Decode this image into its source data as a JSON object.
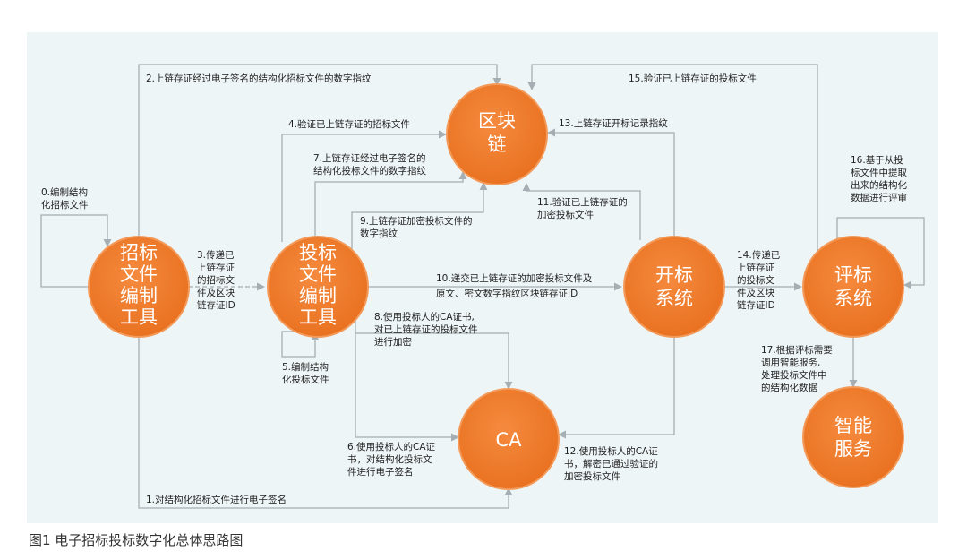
{
  "nodes": {
    "blockchain": [
      "区块",
      "链"
    ],
    "bid_tool": [
      "招标",
      "文件",
      "编制",
      "工具"
    ],
    "tender_tool": [
      "投标",
      "文件",
      "编制",
      "工具"
    ],
    "opening": [
      "开标",
      "系统"
    ],
    "evaluation": [
      "评标",
      "系统"
    ],
    "ca": [
      "CA"
    ],
    "smart": [
      "智能",
      "服务"
    ]
  },
  "labels": {
    "e0": [
      "0.编制结构",
      "化招标文件"
    ],
    "e1": [
      "1.对结构化招标文件进行电子签名"
    ],
    "e2": [
      "2.上链存证经过电子签名的结构化招标文件的数字指纹"
    ],
    "e3": [
      "3.传递已",
      "上链存证",
      "的招标文",
      "件及区块",
      "链存证ID"
    ],
    "e4": [
      "4.验证已上链存证的招标文件"
    ],
    "e5": [
      "5.编制结构",
      "化投标文件"
    ],
    "e6": [
      "6.使用投标人的CA证",
      "书，对结构化投标文",
      "件进行电子签名"
    ],
    "e7": [
      "7.上链存证经过电子签名的",
      "结构化投标文件的数字指纹"
    ],
    "e8": [
      "8.使用投标人的CA证书,",
      "对已上链存证的投标文件",
      "进行加密"
    ],
    "e9": [
      "9.上链存证加密投标文件的",
      "数字指纹"
    ],
    "e10": [
      "10.递交已上链存证的加密投标文件及",
      "原文、密文数字指纹区块链存证ID"
    ],
    "e11": [
      "11.验证已上链存证的",
      "加密投标文件"
    ],
    "e12": [
      "12.使用投标人的CA证",
      "书，解密已通过验证的",
      "加密投标文件"
    ],
    "e13": [
      "13.上链存证开标记录指纹"
    ],
    "e14": [
      "14.传递已",
      "上链存证",
      "的投标文",
      "件及区块",
      "链存证ID"
    ],
    "e15": [
      "15.验证已上链存证的投标文件"
    ],
    "e16": [
      "16.基于从投",
      "标文件中提取",
      "出来的结构化",
      "数据进行评审"
    ],
    "e17": [
      "17.根据评标需要",
      "调用智能服务,",
      "处理投标文件中",
      "的结构化数据"
    ]
  },
  "caption": "图1    电子招标投标数字化总体思路图",
  "colors": {
    "node_fill": "#ef7b2d",
    "node_stroke": "#f39a5a",
    "edge": "#a4aeb3",
    "panel": "#eef5f6"
  }
}
